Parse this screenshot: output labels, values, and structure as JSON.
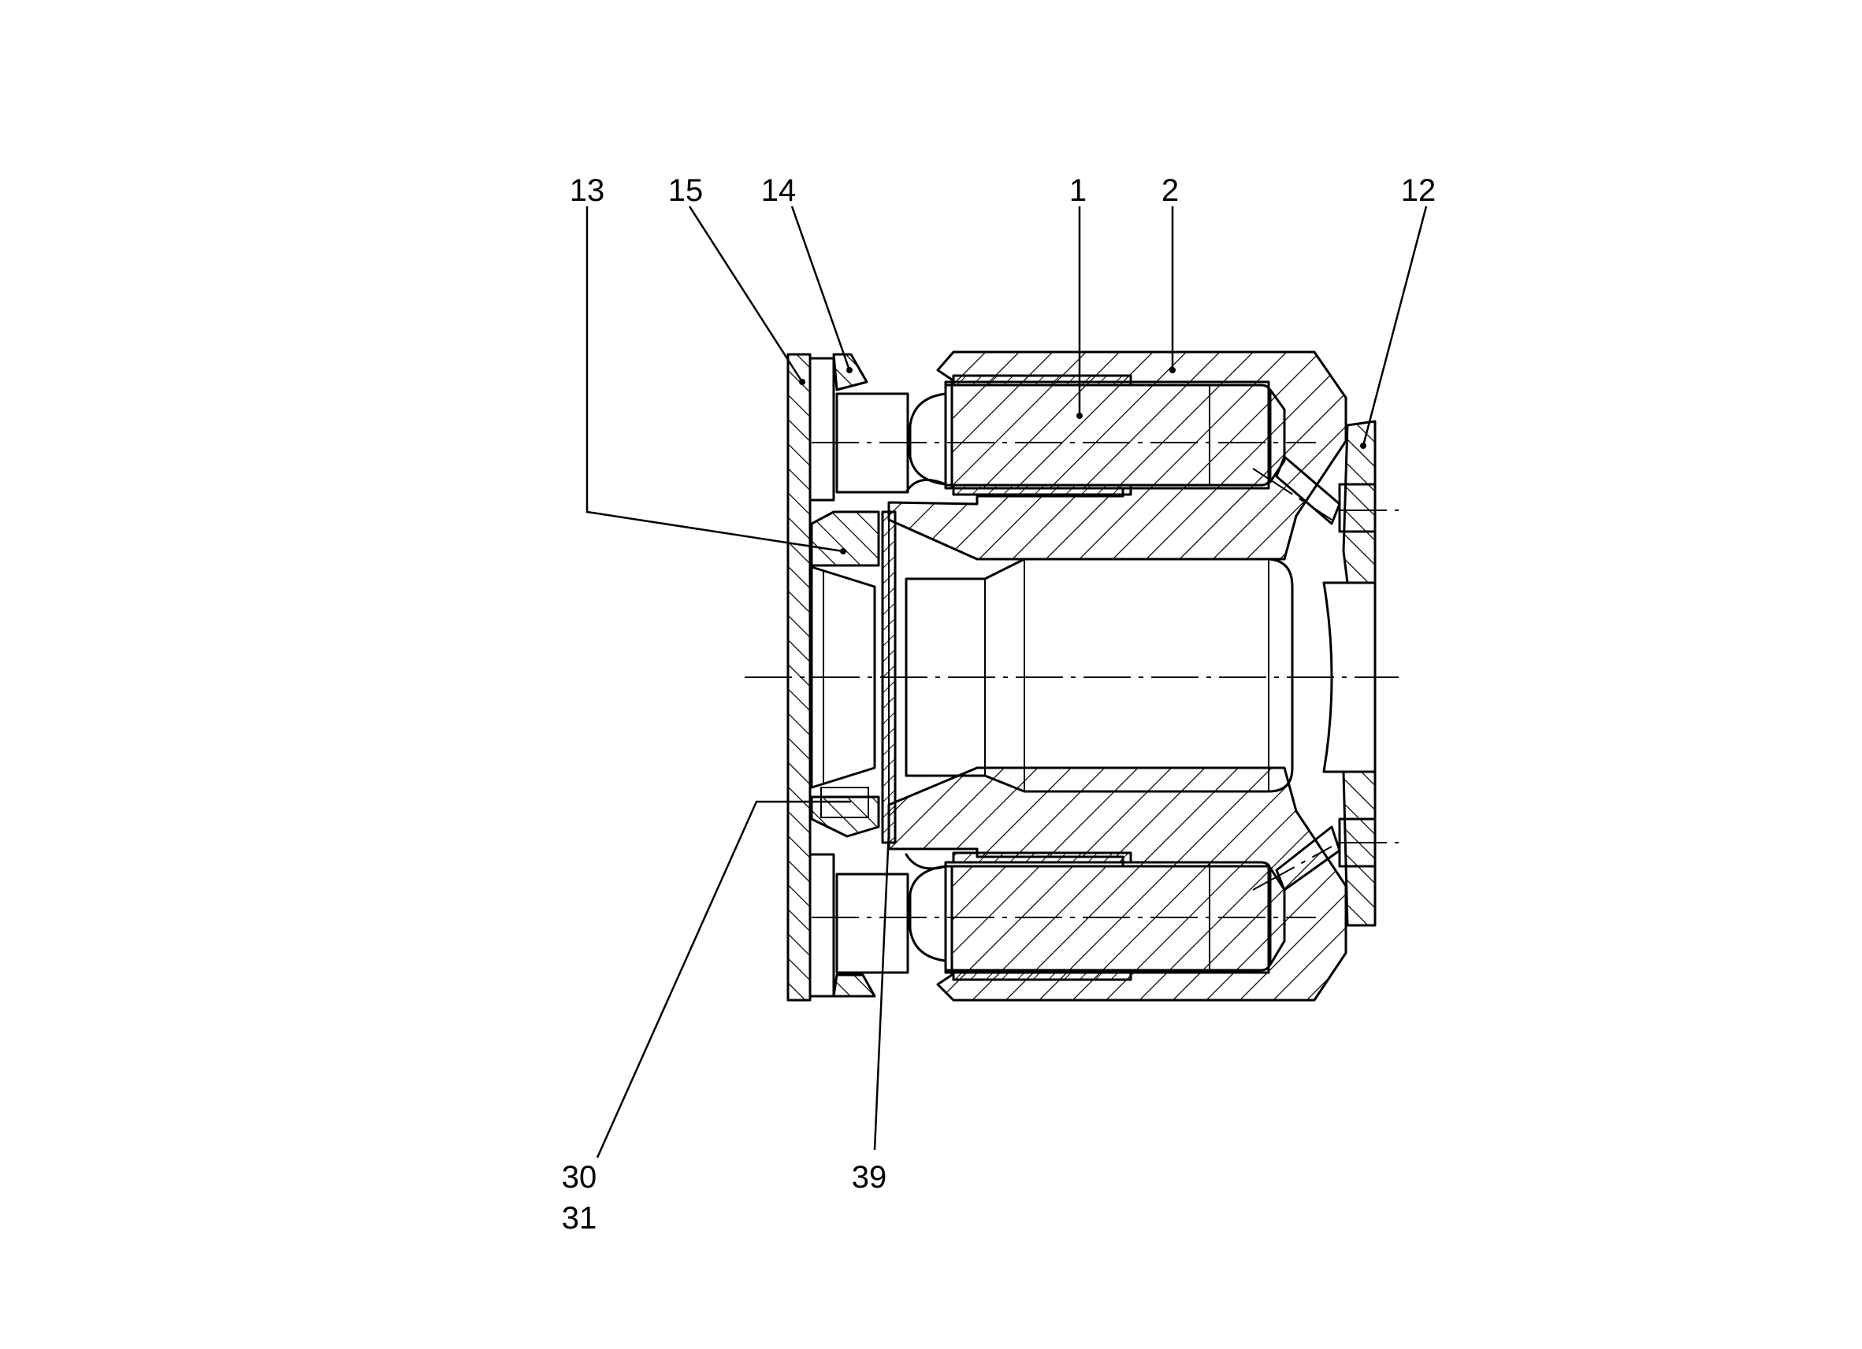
{
  "callouts": [
    {
      "id": "13",
      "text": "13"
    },
    {
      "id": "15",
      "text": "15"
    },
    {
      "id": "14",
      "text": "14"
    },
    {
      "id": "1",
      "text": "1"
    },
    {
      "id": "2",
      "text": "2"
    },
    {
      "id": "12",
      "text": "12"
    },
    {
      "id": "30",
      "text": "30"
    },
    {
      "id": "31",
      "text": "31"
    },
    {
      "id": "39",
      "text": "39"
    }
  ],
  "colors": {
    "line": "#000000",
    "background": "#ffffff"
  }
}
